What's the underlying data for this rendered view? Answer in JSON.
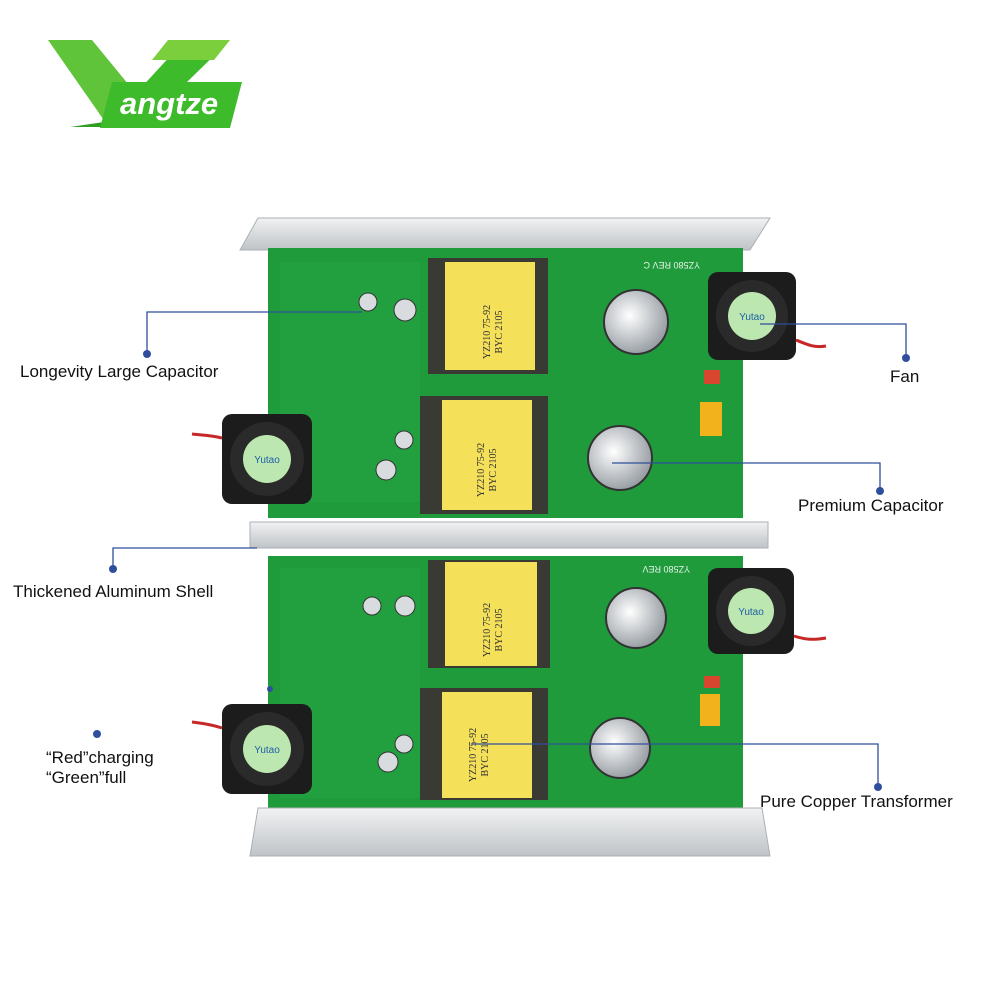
{
  "brand": {
    "mark": "Y",
    "wordmark": "angtze",
    "color": "#3dbb2b"
  },
  "boards": {
    "pcb_color": "#1f9b3c",
    "shell_color": "#d9dcdf",
    "transformer_color": "#f5e05a",
    "transformer_labels": [
      [
        "YZ210 75-92",
        "BYC  2105"
      ],
      [
        "YZ210 75-92",
        "BYC  2105"
      ],
      [
        "YZ210 75-92",
        "BYC  2105"
      ],
      [
        "YZ210 75-92",
        "BYC  2105"
      ]
    ],
    "silkscreen": [
      "YZ580 REV C",
      "YZ580 REV"
    ],
    "fan_brand": "Yutao"
  },
  "callouts": {
    "accent": "#2f4f9c",
    "longevity_capacitor": "Longevity Large Capacitor",
    "fan": "Fan",
    "premium_capacitor": "Premium Capacitor",
    "aluminum_shell": "Thickened Aluminum Shell",
    "indicator_line1": "“Red”charging",
    "indicator_line2": "“Green”full",
    "copper_transformer": "Pure Copper Transformer"
  }
}
